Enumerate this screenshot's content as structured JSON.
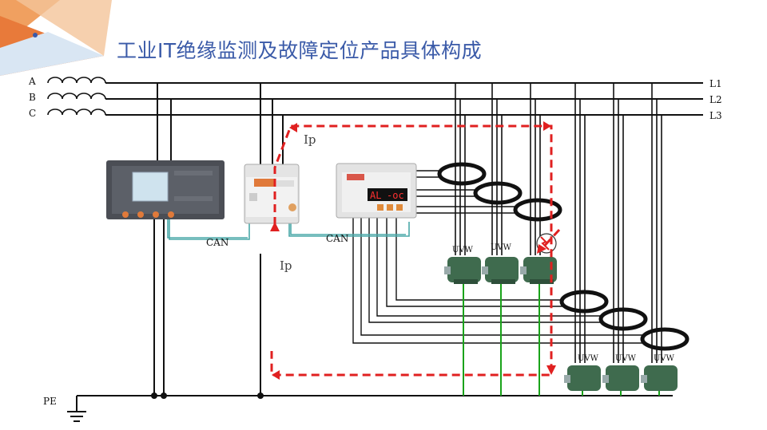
{
  "title": "工业IT绝缘监测及故障定位产品具体构成",
  "phases": {
    "a": "A",
    "b": "B",
    "c": "C"
  },
  "lines": {
    "l1": "L1",
    "l2": "L2",
    "l3": "L3"
  },
  "pe": "PE",
  "can_labels": [
    "CAN",
    "CAN"
  ],
  "ip_labels": [
    "Ip",
    "Ip"
  ],
  "motor_label": "UVW",
  "display": {
    "left": "AL",
    "right": "-oc"
  },
  "colors": {
    "title": "#3a5aa8",
    "fault_path": "#e02020",
    "ground_wire": "#1aa31a",
    "can_wire": "#4aa8a8",
    "motor_body": "#3f6b4e"
  }
}
